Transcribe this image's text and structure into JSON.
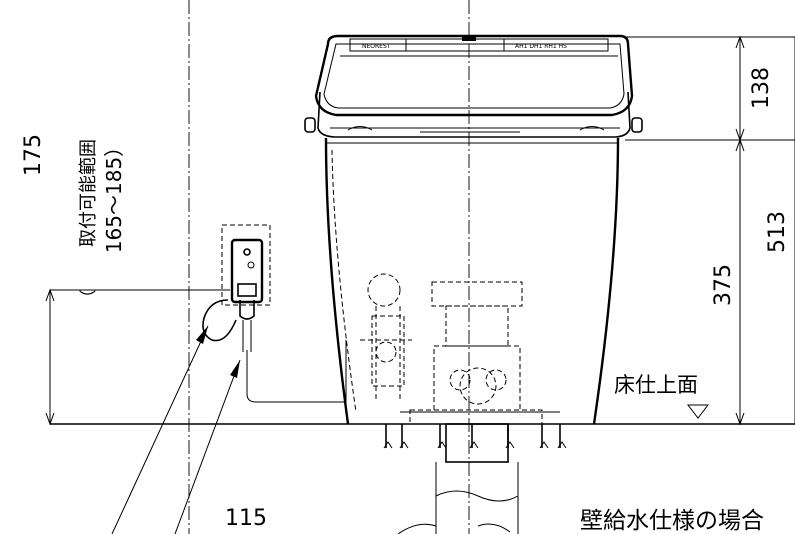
{
  "dimensions": {
    "lid_height": "138",
    "total_height": "513",
    "bowl_height": "375",
    "valve_height": "175",
    "valve_range_paren_open": "（",
    "valve_range_label": "取付可能範囲",
    "valve_range_values": "165～185）",
    "offset": "115"
  },
  "labels": {
    "floor_finish": "床仕上面",
    "wall_supply_case": "壁給水仕様の場合"
  },
  "panel": {
    "left_text": "NEOREST",
    "right_text": "AH1 DH1 RH1 HS"
  }
}
